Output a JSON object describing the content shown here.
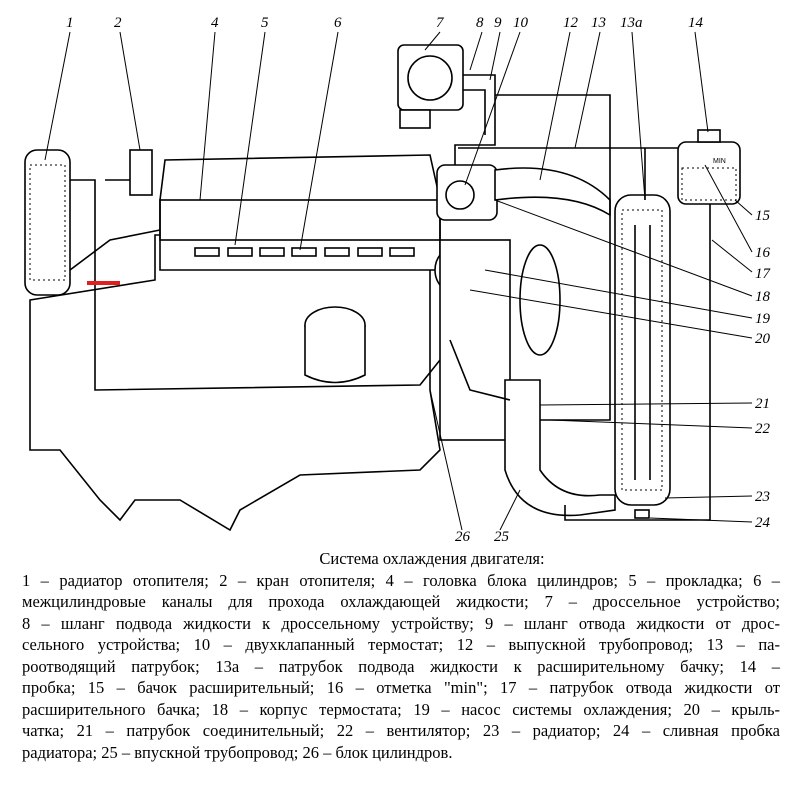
{
  "figure": {
    "callouts": [
      "1",
      "2",
      "4",
      "5",
      "6",
      "7",
      "8",
      "9",
      "10",
      "12",
      "13",
      "13а",
      "14",
      "15",
      "16",
      "17",
      "18",
      "19",
      "20",
      "21",
      "22",
      "23",
      "24",
      "25",
      "26"
    ],
    "tank_mark": "MIN",
    "highlight_color": "#e02020"
  },
  "caption": {
    "title": "Система охлаждения двигателя:",
    "lines": [
      "1 – радиатор отопителя; 2 – кран отопителя; 4 – головка блока цилиндров; 5 – прокладка; 6 –",
      "межцилиндровые каналы для прохода охлаждающей жидкости; 7 – дроссельное устройство;",
      "8 – шланг подвода жидкости к дроссельному устройству; 9 – шланг отвода жидкости от дрос-",
      "сельного устройства; 10 – двухклапанный термостат; 12 – выпускной трубопровод; 13 – па-",
      "роотводящий патрубок; 13а – патрубок подвода жидкости к расширительному бачку; 14 –",
      "пробка; 15 – бачок расширительный; 16 – отметка \"min\";  17 – патрубок отвода жидкости от",
      "расширительного бачка; 18 – корпус термостата; 19 – насос системы охлаждения; 20 – крыль-",
      "чатка; 21 – патрубок соединительный; 22 – вентилятор; 23 – радиатор; 24 – сливная пробка",
      "радиатора; 25 – впускной трубопровод; 26 – блок цилиндров."
    ]
  }
}
